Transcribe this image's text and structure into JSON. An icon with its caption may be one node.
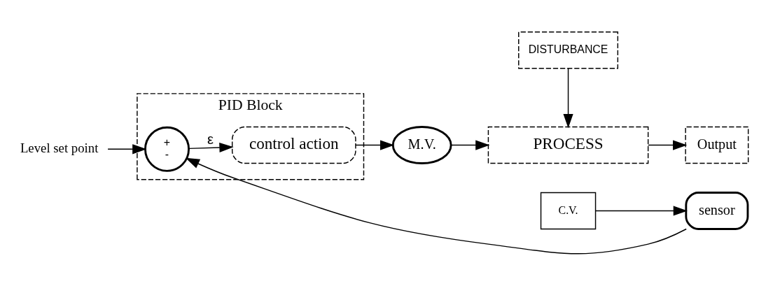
{
  "diagram": {
    "nodes": [
      {
        "text": [
          "PID Block"
        ]
      },
      {
        "text": [
          "Level set point"
        ]
      },
      {
        "text": [
          "+",
          "-"
        ],
        "in": 0
      },
      {
        "text": [
          "control action"
        ],
        "in": 0
      },
      {
        "text": [
          "M.V."
        ]
      },
      {
        "text": [
          "DISTURBANCE"
        ]
      },
      {
        "text": [
          "PROCESS"
        ]
      },
      {
        "text": [
          "C.V."
        ]
      },
      {
        "text": [
          "Output"
        ]
      },
      {
        "text": [
          "sensor"
        ]
      }
    ],
    "edges": [
      {
        "from": 1,
        "to": 2,
        "arrow": "to"
      },
      {
        "from": 2,
        "to": 3,
        "arrow": "to",
        "label": "ε"
      },
      {
        "from": 3,
        "to": 4,
        "arrow": "to"
      },
      {
        "from": 4,
        "to": 6,
        "arrow": "to"
      },
      {
        "from": 5,
        "to": 6,
        "arrow": "to"
      },
      {
        "from": 6,
        "to": 8,
        "arrow": "to"
      },
      {
        "from": 7,
        "to": 9,
        "arrow": "to"
      },
      {
        "from": 9,
        "to": 2,
        "arrow": "to"
      }
    ]
  }
}
